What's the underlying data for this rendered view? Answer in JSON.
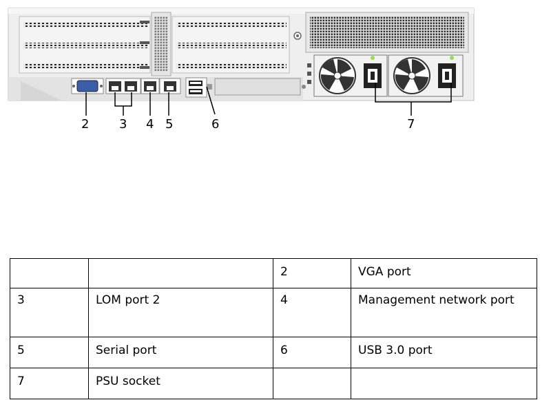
{
  "callouts": {
    "c2": "2",
    "c3": "3",
    "c4": "4",
    "c5": "5",
    "c6": "6",
    "c7": "7"
  },
  "legend_table": {
    "rows": [
      [
        "",
        "",
        "2",
        "VGA port"
      ],
      [
        "3",
        "LOM port 2",
        "4",
        "Management network port"
      ],
      [
        "5",
        "Serial port",
        "6",
        "USB 3.0 port"
      ],
      [
        "7",
        "PSU socket",
        "",
        ""
      ]
    ]
  }
}
